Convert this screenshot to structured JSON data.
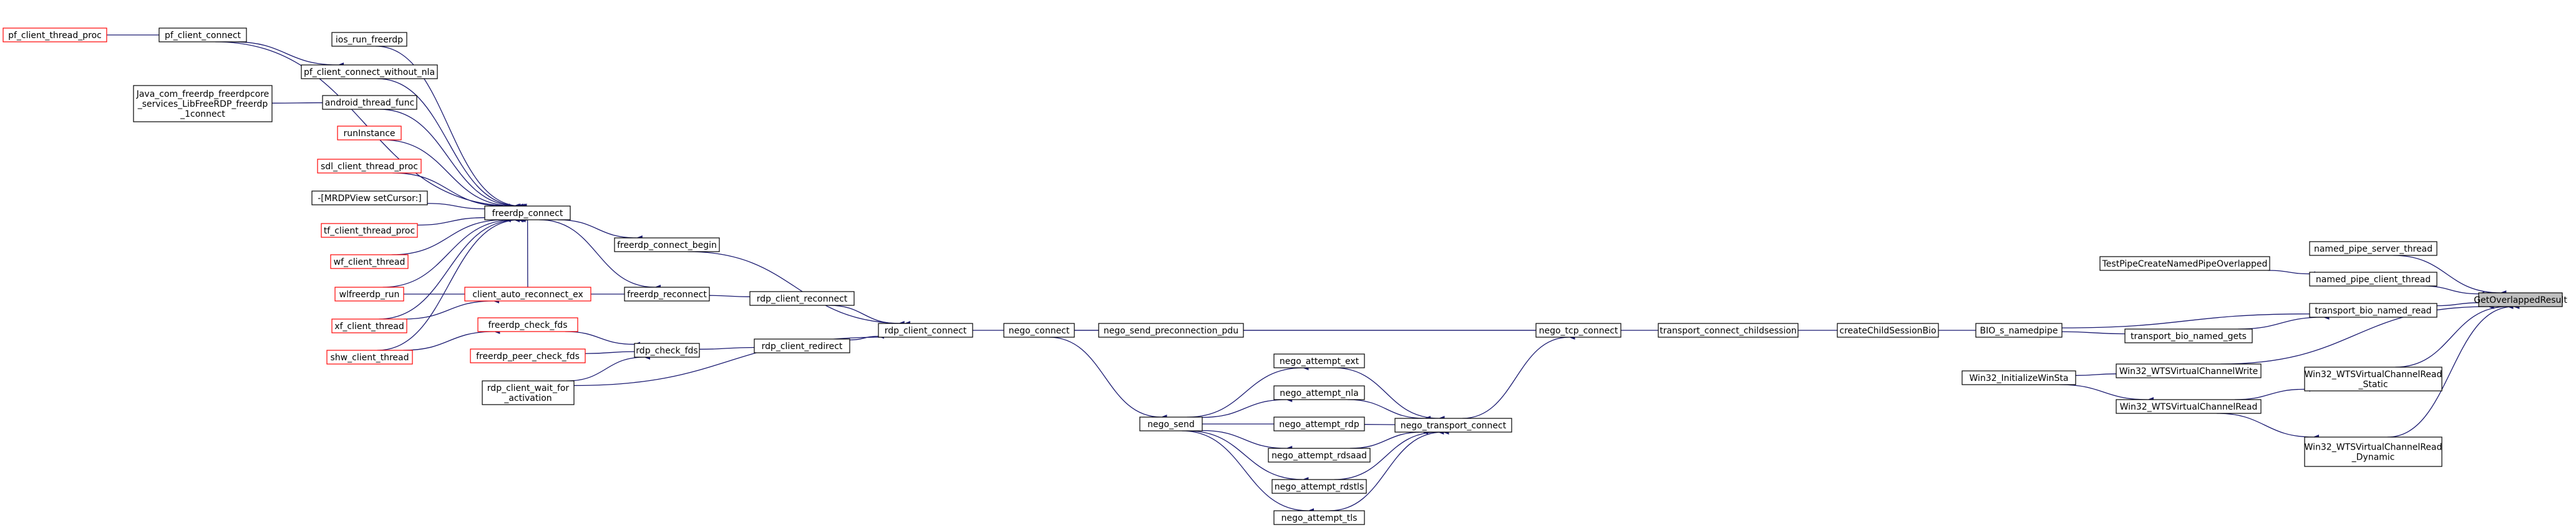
{
  "colors": {
    "edge": "#191970",
    "border_default": "#000000",
    "border_red": "#ff0000",
    "root_fill": "#bfbfbf"
  },
  "nodes": {
    "getoverlappedresult": [
      "GetOverlappedResult"
    ],
    "named_pipe_server_thread": [
      "named_pipe_server_thread"
    ],
    "named_pipe_client_thread": [
      "named_pipe_client_thread"
    ],
    "testpipecreatenamedpipeoverlapped": [
      "TestPipeCreateNamedPipeOverlapped"
    ],
    "transport_bio_named_read": [
      "transport_bio_named_read"
    ],
    "bio_s_namedpipe": [
      "BIO_s_namedpipe"
    ],
    "transport_bio_named_gets": [
      "transport_bio_named_gets"
    ],
    "createchildsessionbio": [
      "createChildSessionBio"
    ],
    "transport_connect_childsession": [
      "transport_connect_childsession"
    ],
    "nego_tcp_connect": [
      "nego_tcp_connect"
    ],
    "nego_connect": [
      "nego_connect"
    ],
    "nego_send_preconnection_pdu": [
      "nego_send_preconnection_pdu"
    ],
    "rdp_client_connect": [
      "rdp_client_connect"
    ],
    "nego_transport_connect": [
      "nego_transport_connect"
    ],
    "nego_attempt_ext": [
      "nego_attempt_ext"
    ],
    "nego_attempt_nla": [
      "nego_attempt_nla"
    ],
    "nego_attempt_rdp": [
      "nego_attempt_rdp"
    ],
    "nego_attempt_rdsaad": [
      "nego_attempt_rdsaad"
    ],
    "nego_attempt_rdstls": [
      "nego_attempt_rdstls"
    ],
    "nego_attempt_tls": [
      "nego_attempt_tls"
    ],
    "nego_send": [
      "nego_send"
    ],
    "win32_wtsvirtualchannelwrite": [
      "Win32_WTSVirtualChannelWrite"
    ],
    "win32_initializewinsta": [
      "Win32_InitializeWinSta"
    ],
    "win32_wtsvirtualchannelread": [
      "Win32_WTSVirtualChannelRead"
    ],
    "win32_wtsvirtualchannelread_static": [
      "Win32_WTSVirtualChannelRead",
      "_Static"
    ],
    "win32_wtsvirtualchannelread_dynamic": [
      "Win32_WTSVirtualChannelRead",
      "_Dynamic"
    ],
    "freerdp_connect_begin": [
      "freerdp_connect_begin"
    ],
    "rdp_client_reconnect": [
      "rdp_client_reconnect"
    ],
    "rdp_client_redirect": [
      "rdp_client_redirect"
    ],
    "freerdp_connect": [
      "freerdp_connect"
    ],
    "freerdp_reconnect": [
      "freerdp_reconnect"
    ],
    "rdp_check_fds": [
      "rdp_check_fds"
    ],
    "rdp_client_wait_for_activation": [
      "rdp_client_wait_for",
      "_activation"
    ],
    "freerdp_check_fds": [
      "freerdp_check_fds"
    ],
    "freerdp_peer_check_fds": [
      "freerdp_peer_check_fds"
    ],
    "client_auto_reconnect_ex": [
      "client_auto_reconnect_ex"
    ],
    "pf_client_thread_proc": [
      "pf_client_thread_proc"
    ],
    "pf_client_connect": [
      "pf_client_connect"
    ],
    "ios_run_freerdp": [
      "ios_run_freerdp"
    ],
    "pf_client_connect_without_nla": [
      "pf_client_connect_without_nla"
    ],
    "java_com_freerdp": [
      "Java_com_freerdp_freerdpcore",
      "_services_LibFreeRDP_freerdp",
      "_1connect"
    ],
    "android_thread_func": [
      "android_thread_func"
    ],
    "runinstance": [
      "runInstance"
    ],
    "sdl_client_thread_proc": [
      "sdl_client_thread_proc"
    ],
    "mrdpview_setcursor": [
      "-[MRDPView setCursor:]"
    ],
    "tf_client_thread_proc": [
      "tf_client_thread_proc"
    ],
    "wf_client_thread": [
      "wf_client_thread"
    ],
    "wlfreerdp_run": [
      "wlfreerdp_run"
    ],
    "xf_client_thread": [
      "xf_client_thread"
    ],
    "shw_client_thread": [
      "shw_client_thread"
    ]
  }
}
